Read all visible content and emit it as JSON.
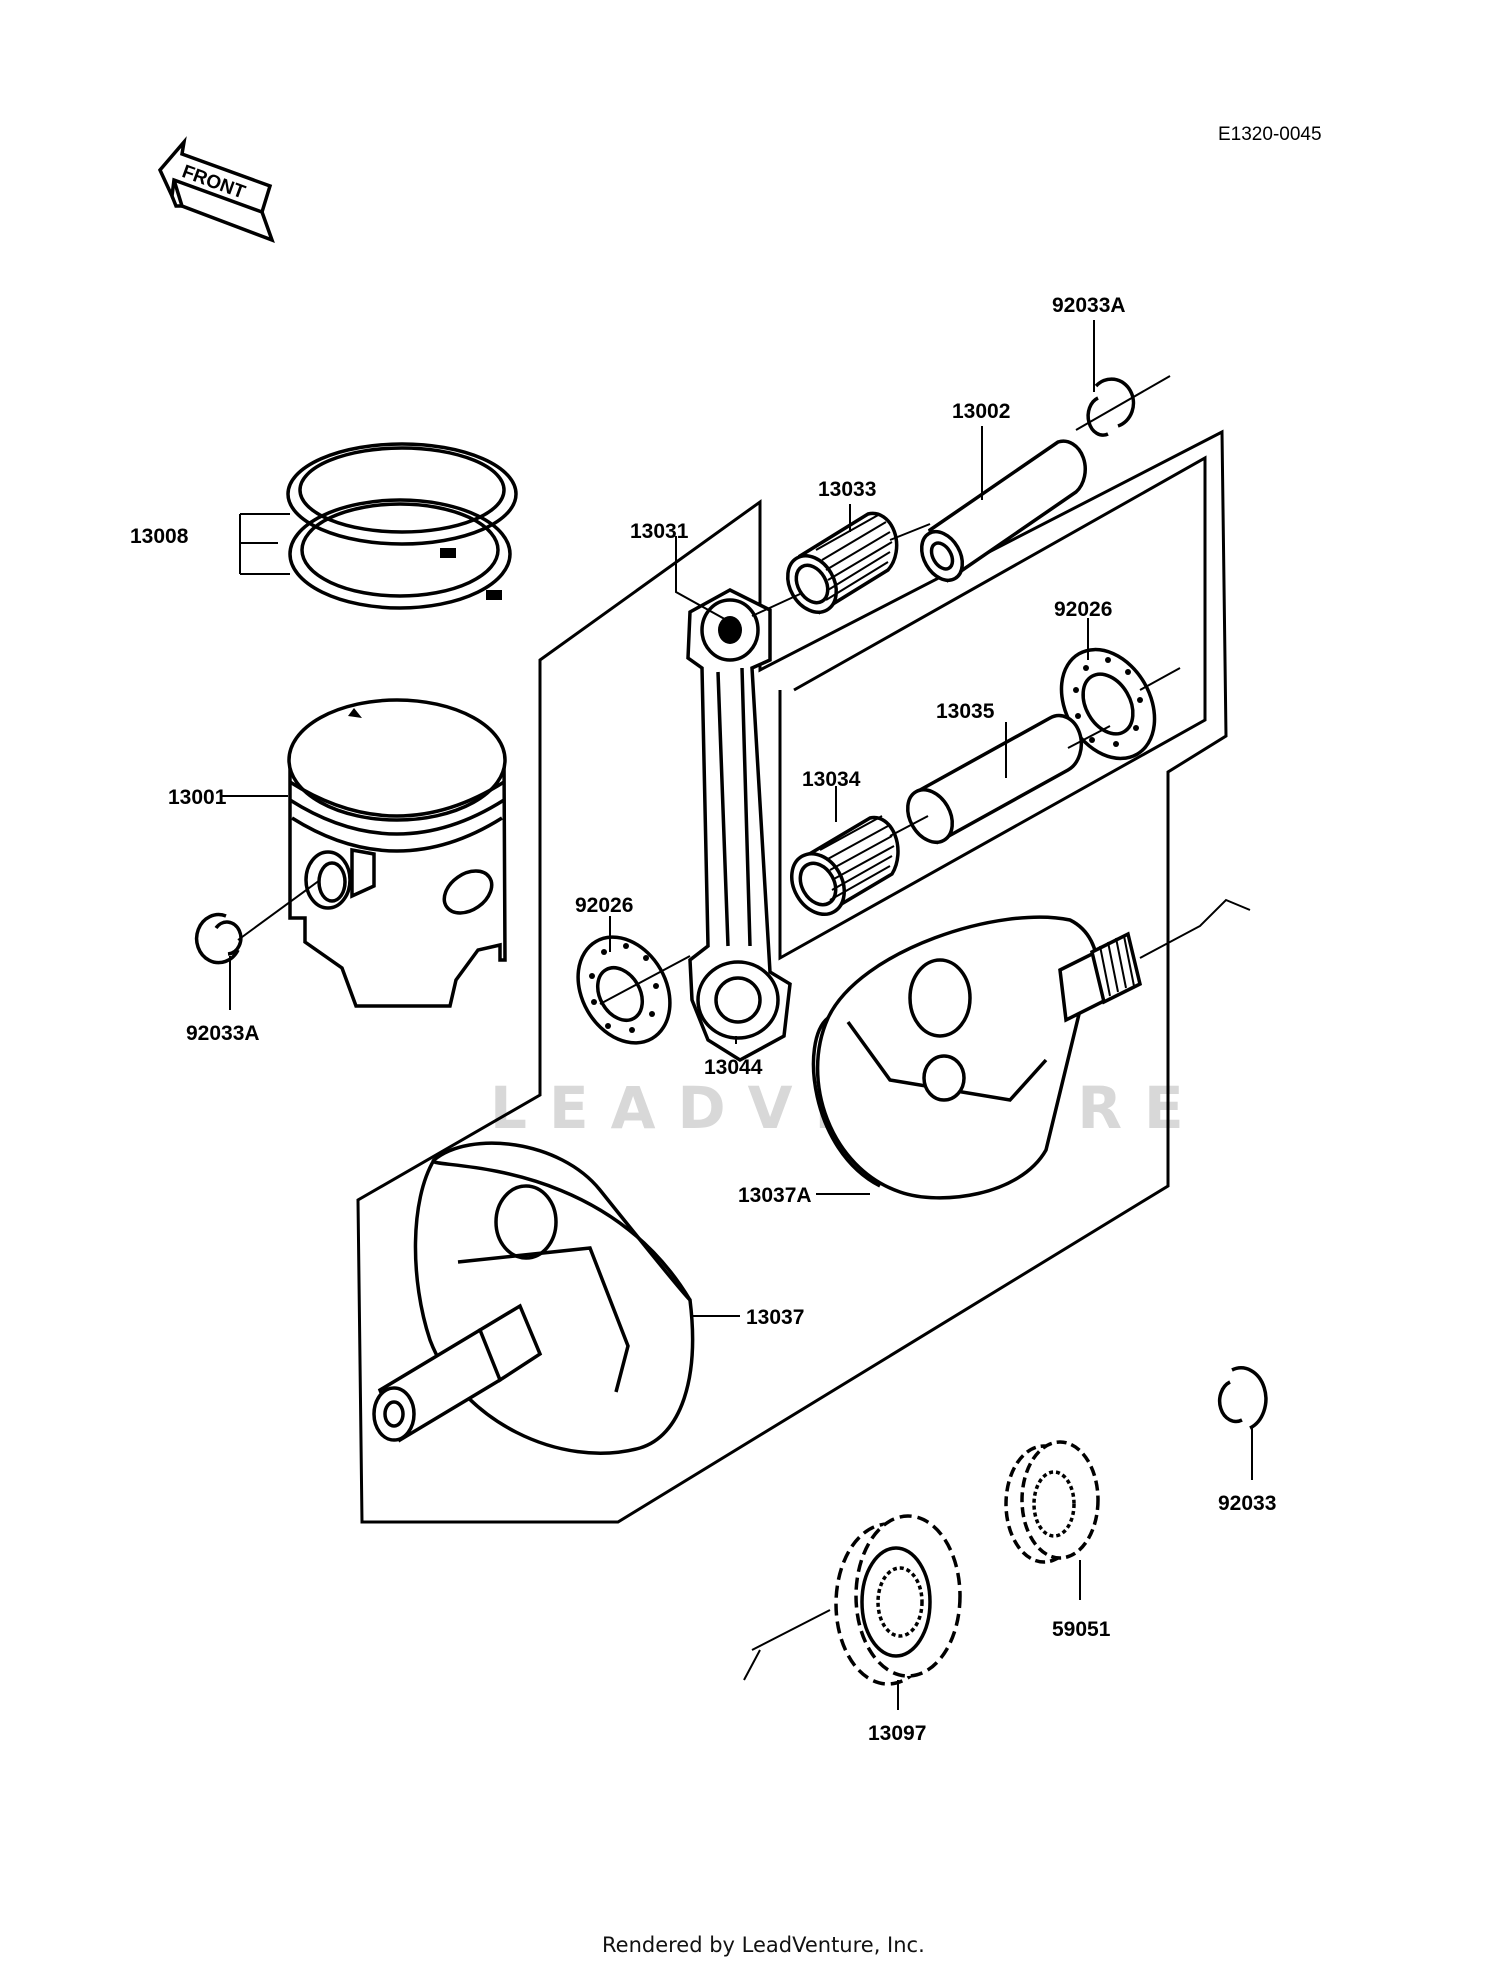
{
  "diagram_code": "E1320-0045",
  "front_label": "FRONT",
  "watermark": "LEADVENTURE",
  "footer": "Rendered by LeadVenture, Inc.",
  "labels": {
    "p13008": "13008",
    "p13001": "13001",
    "p92033A_left": "92033A",
    "p92033A_top": "92033A",
    "p13002": "13002",
    "p13033": "13033",
    "p13031": "13031",
    "p92026_right": "92026",
    "p13035": "13035",
    "p13034": "13034",
    "p92026_left": "92026",
    "p13044": "13044",
    "p13037A": "13037A",
    "p13037": "13037",
    "p92033": "92033",
    "p59051": "59051",
    "p13097": "13097"
  }
}
